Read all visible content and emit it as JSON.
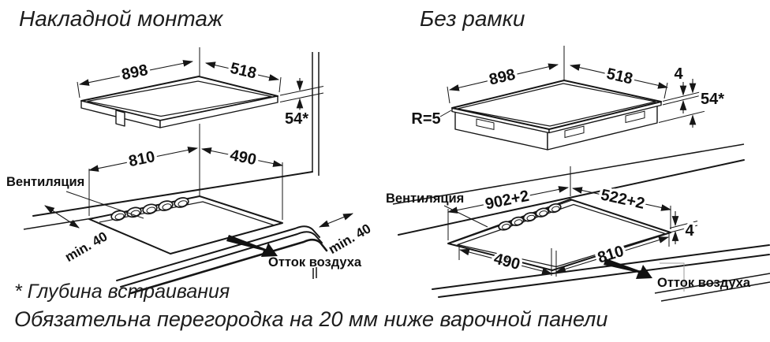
{
  "left_diagram": {
    "title": "Накладной монтаж",
    "dims": {
      "width": "898",
      "depth": "518",
      "embed_depth": "54*",
      "cutout_width": "810",
      "cutout_depth": "490",
      "clearance_left": "min. 40",
      "clearance_right": "min. 40"
    },
    "labels": {
      "ventilation": "Вентиляция",
      "air_outflow": "Отток воздуха"
    }
  },
  "right_diagram": {
    "title": "Без рамки",
    "dims": {
      "corner_radius": "R=5",
      "width": "898",
      "depth": "518",
      "glass_thickness": "4",
      "embed_depth": "54*",
      "cutout_width": "902+2",
      "cutout_depth": "522+2",
      "rebate_depth": "4",
      "inner_depth": "490",
      "inner_width": "810"
    },
    "labels": {
      "ventilation": "Вентиляция",
      "air_outflow": "Отток воздуха"
    }
  },
  "footnotes": {
    "embed_note": "* Глубина встраивания",
    "partition_note": "Обязательна перегородка на 20 мм ниже варочной панели"
  }
}
